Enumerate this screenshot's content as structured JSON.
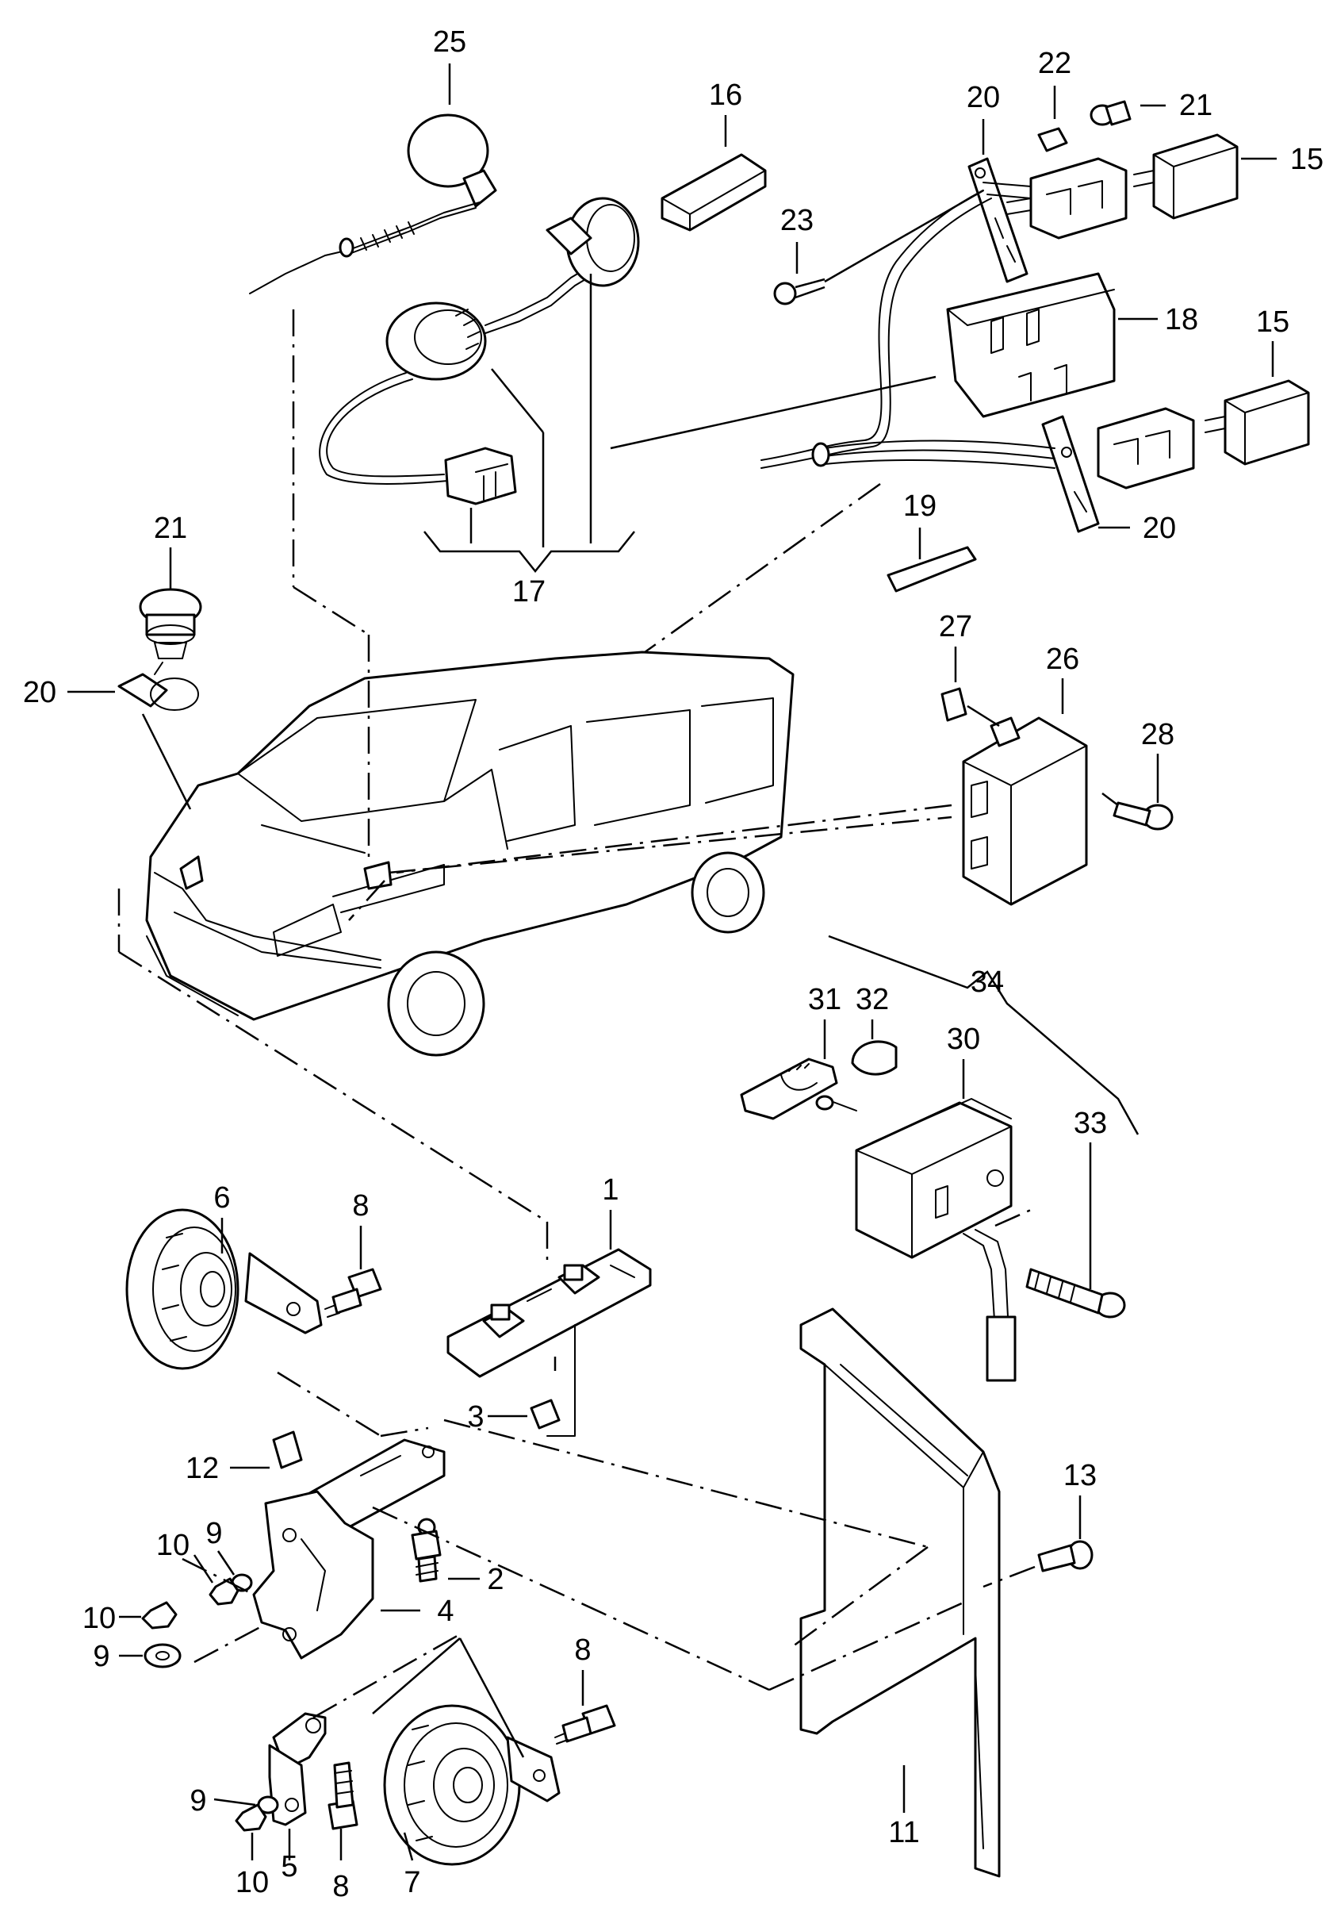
{
  "diagram": {
    "callouts": {
      "c25": "25",
      "c16": "16",
      "c22": "22",
      "c20a": "20",
      "c21a": "21",
      "c15a": "15",
      "c23": "23",
      "c18": "18",
      "c15b": "15",
      "c20b": "20",
      "c19": "19",
      "c17": "17",
      "c21b": "21",
      "c20c": "20",
      "c27": "27",
      "c26": "26",
      "c28": "28",
      "c31": "31",
      "c32": "32",
      "c34": "34",
      "c30": "30",
      "c33": "33",
      "c6": "6",
      "c8a": "8",
      "c1": "1",
      "c3": "3",
      "c12": "12",
      "c13": "13",
      "c9a": "9",
      "c10a": "10",
      "c2": "2",
      "c10b": "10",
      "c4": "4",
      "c9b": "9",
      "c8b": "8",
      "c9c": "9",
      "c11": "11",
      "c10c": "10",
      "c5": "5",
      "c8c": "8",
      "c7": "7"
    }
  }
}
